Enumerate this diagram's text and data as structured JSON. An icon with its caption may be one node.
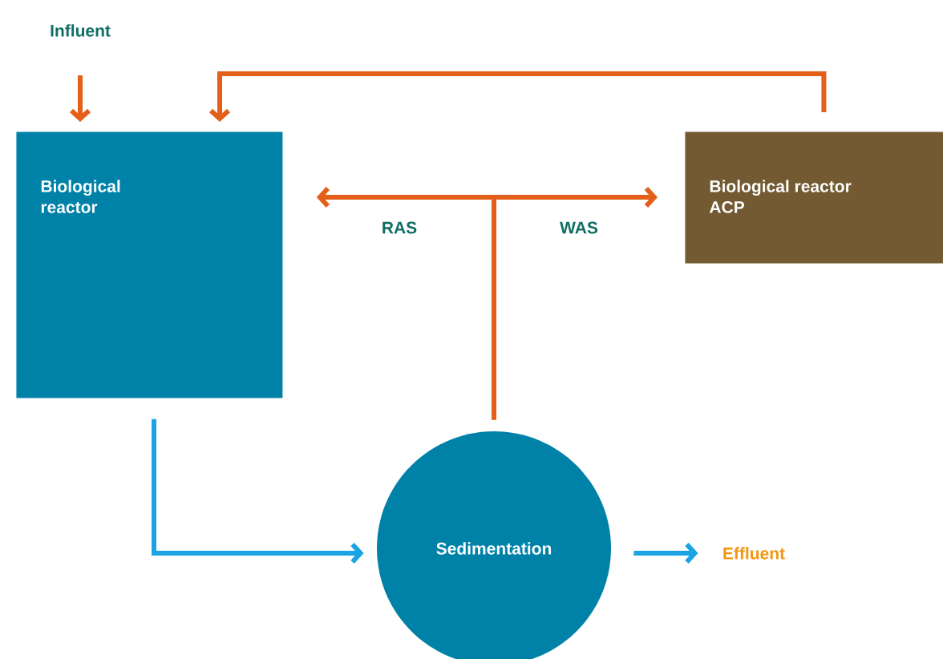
{
  "diagram": {
    "nodes": [
      {
        "text": [
          "Influent"
        ]
      },
      {
        "text": [
          "Biological reactor"
        ]
      },
      {
        "text": [
          "Biological reactor ACP"
        ]
      },
      {
        "text": [
          "Sedimentation"
        ]
      },
      {
        "text": [
          "Effluent"
        ]
      }
    ],
    "edges": [
      {
        "from": 0,
        "to": 1,
        "arrow": "to"
      },
      {
        "from": 2,
        "to": 1,
        "arrow": "to"
      },
      {
        "from": 3,
        "to": 1,
        "arrow": "to",
        "label": "RAS"
      },
      {
        "from": 3,
        "to": 2,
        "arrow": "to",
        "label": "WAS"
      },
      {
        "from": 1,
        "to": 3,
        "arrow": "to",
        "color": "#1ca3e3"
      },
      {
        "from": 3,
        "to": 4,
        "arrow": "to",
        "color": "#1ca3e3"
      }
    ]
  }
}
